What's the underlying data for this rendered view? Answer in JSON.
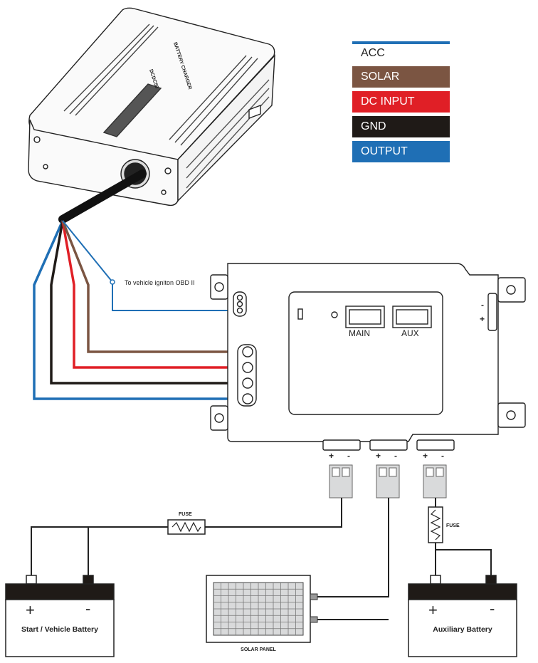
{
  "legend": {
    "acc": "ACC",
    "solar": "SOLAR",
    "dc_input": "DC INPUT",
    "gnd": "GND",
    "output": "OUTPUT"
  },
  "charger": {
    "label_main": "BATTERY CHARGER",
    "label_sub": "DCDC50"
  },
  "annotations": {
    "obd": "To vehicle igniton OBD II",
    "main": "MAIN",
    "aux": "AUX",
    "fuse_left": "FUSE",
    "fuse_right": "FUSE",
    "solar_panel": "SOLAR PANEL",
    "start_battery": "Start / Vehicle Battery",
    "aux_battery": "Auxiliary Battery",
    "plus": "+",
    "minus": "-"
  },
  "colors": {
    "acc": "#1f6fb5",
    "solar": "#7b5542",
    "dc_input": "#e01f26",
    "gnd": "#1f1a17",
    "output": "#1f6fb5"
  }
}
